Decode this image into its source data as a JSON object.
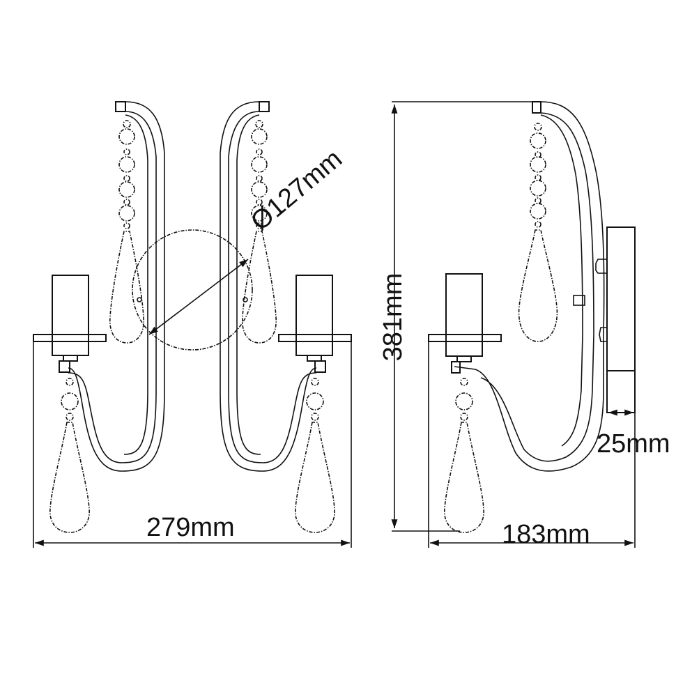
{
  "diagram": {
    "type": "product-dimension-drawing",
    "subject": "two-arm crystal wall sconce",
    "views": [
      {
        "name": "front-view",
        "dimensions": {
          "width": "279mm",
          "backplate_diameter": "Ø127mm"
        }
      },
      {
        "name": "side-view",
        "dimensions": {
          "height": "381mm",
          "projection": "183mm",
          "backplate_depth": "25mm"
        }
      }
    ],
    "colors": {
      "line": "#111111",
      "background": "#ffffff"
    }
  },
  "labels": {
    "width": "279mm",
    "diameter": "Ø127mm",
    "height": "381mm",
    "projection": "183mm",
    "backplate_depth": "25mm"
  }
}
